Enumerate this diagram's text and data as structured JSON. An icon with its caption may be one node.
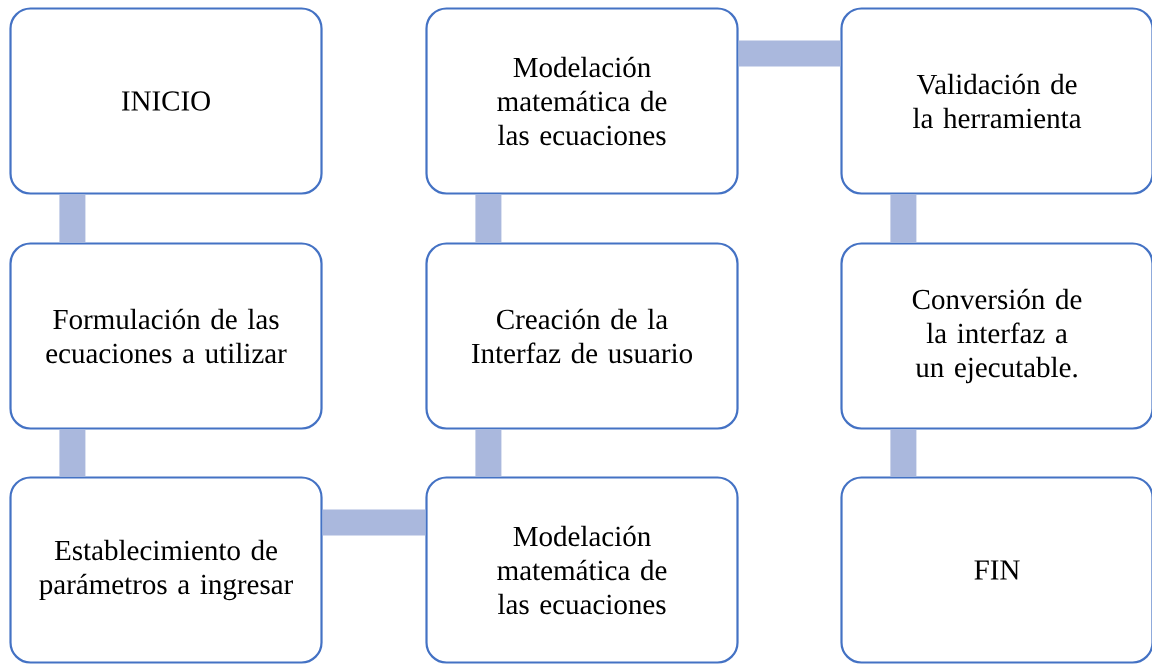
{
  "diagram": {
    "nodes": [
      {
        "text": [
          "INICIO"
        ]
      },
      {
        "text": [
          "Formulación de las ecuaciones a utilizar"
        ]
      },
      {
        "text": [
          "Establecimiento de parámetros a ingresar"
        ]
      },
      {
        "text": [
          "Modelación matemática de las ecuaciones"
        ]
      },
      {
        "text": [
          "Creación de la Interfaz de usuario"
        ]
      },
      {
        "text": [
          "Modelación matemática de las ecuaciones"
        ]
      },
      {
        "text": [
          "Validación de la herramienta"
        ]
      },
      {
        "text": [
          "Conversión de la interfaz a un ejecutable."
        ]
      },
      {
        "text": [
          "FIN"
        ]
      }
    ],
    "edges": [
      {
        "from": 0,
        "to": 1,
        "arrow": "none"
      },
      {
        "from": 1,
        "to": 2,
        "arrow": "none"
      },
      {
        "from": 2,
        "to": 3,
        "arrow": "none"
      },
      {
        "from": 3,
        "to": 4,
        "arrow": "none"
      },
      {
        "from": 4,
        "to": 5,
        "arrow": "none"
      },
      {
        "from": 5,
        "to": 6,
        "arrow": "none"
      },
      {
        "from": 6,
        "to": 7,
        "arrow": "none"
      },
      {
        "from": 7,
        "to": 8,
        "arrow": "none"
      }
    ]
  }
}
